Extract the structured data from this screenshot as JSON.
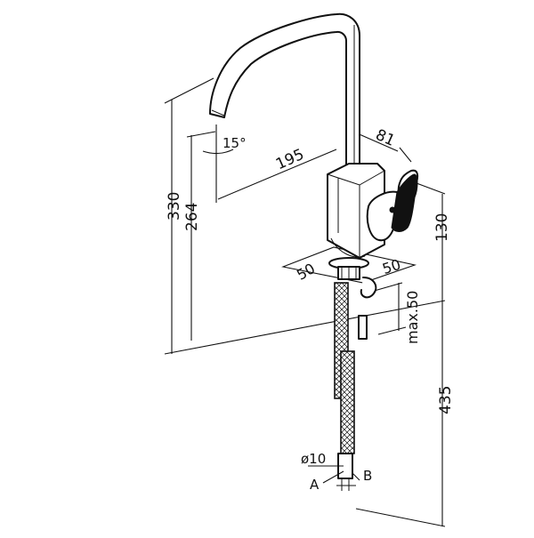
{
  "labels": {
    "angle": "15°",
    "spout_reach": "195",
    "body_depth": "81",
    "total_height": "330",
    "spout_height": "264",
    "body_height": "130",
    "base_left": "50",
    "base_right": "50",
    "max_deck": "max.50",
    "hose_length": "435",
    "pipe_diameter": "ø10",
    "connection_a": "A",
    "connection_b": "B"
  },
  "colors": {
    "line": "#111111",
    "background": "#ffffff"
  }
}
